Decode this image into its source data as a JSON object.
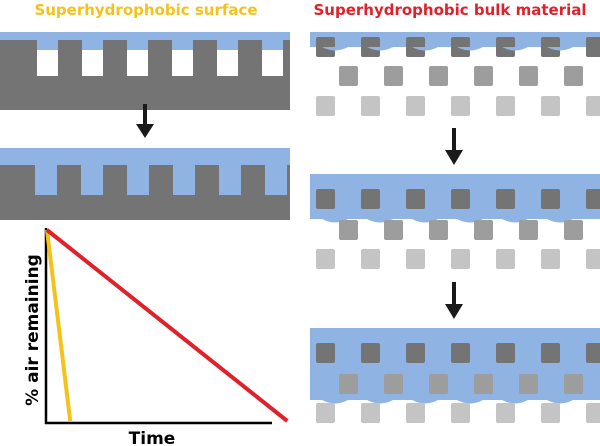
{
  "titles": {
    "left": "Superhydrophobic surface",
    "right": "Superhydrophobic bulk material"
  },
  "colors": {
    "left_title": "#f5c21b",
    "right_title": "#e0202a",
    "water": "#8fb4e3",
    "solid_dark": "#747474",
    "solid_mid": "#9d9d9d",
    "solid_light": "#c4c4c4",
    "arrow": "#1a1a1a",
    "line_surface": "#f5c21b",
    "line_bulk": "#e0202a"
  },
  "icons": [
    "down-arrow-icon",
    "down-arrow-icon",
    "down-arrow-icon"
  ],
  "chart_data": {
    "type": "line",
    "xlabel": "Time",
    "ylabel": "% air remaining",
    "series": [
      {
        "color": "#f5c21b",
        "x": [
          0,
          0.086
        ],
        "y": [
          1,
          0
        ]
      },
      {
        "color": "#e0202a",
        "x": [
          0,
          0.89
        ],
        "y": [
          1,
          0
        ]
      }
    ],
    "xlim": [
      0,
      1
    ],
    "ylim": [
      0,
      1
    ],
    "grid": false
  }
}
